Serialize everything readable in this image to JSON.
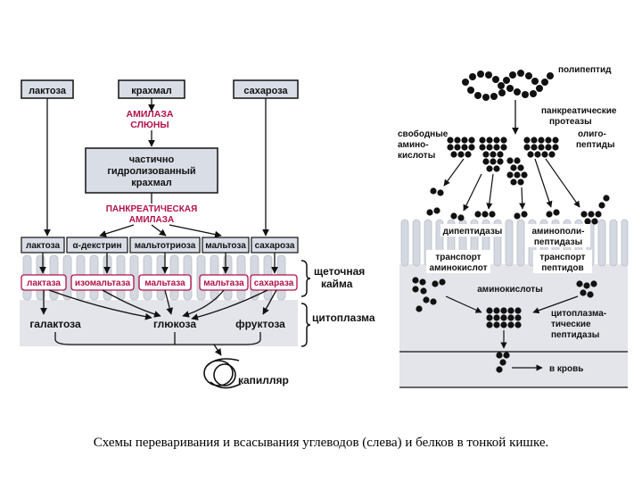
{
  "carbs": {
    "top_boxes": [
      "лактоза",
      "крахмал",
      "сахароза"
    ],
    "amylase_saliva": [
      "АМИЛАЗА",
      "СЛЮНЫ"
    ],
    "partial": [
      "частично",
      "гидролизованный",
      "крахмал"
    ],
    "pancreatic_amylase": [
      "ПАНКРЕАТИЧЕСКАЯ",
      "АМИЛАЗА"
    ],
    "row_items": [
      "лактоза",
      "α-декстрин",
      "мальтотриоза",
      "мальтоза",
      "сахароза"
    ],
    "enzymes": [
      "лактаза",
      "изомальтаза",
      "мальтаза",
      "мальтаза",
      "сахараза"
    ],
    "brush_border": [
      "щеточная",
      "кайма"
    ],
    "cytoplasm": "цитоплазма",
    "sugars": [
      "галактоза",
      "глюкоза",
      "фруктоза"
    ],
    "capillary": "капилляр"
  },
  "proteins": {
    "polypeptide": "полипептид",
    "pancreatic_proteases": [
      "панкреатические",
      "протеазы"
    ],
    "free_amino": [
      "свободные",
      "амино-",
      "кислоты"
    ],
    "oligopeptides": [
      "олиго-",
      "пептиды"
    ],
    "dipeptidases": "дипептидазы",
    "aminopolypeptidases": [
      "аминополи-",
      "пептидазы"
    ],
    "transport_amino": [
      "транспорт",
      "аминокислот"
    ],
    "transport_peptides": [
      "транспорт",
      "пептидов"
    ],
    "amino_acids": "аминокислоты",
    "cyto_peptidases": [
      "цитоплазма-",
      "тические",
      "пептидазы"
    ],
    "to_blood": "в кровь"
  },
  "caption": "Схемы переваривания и всасывания углеводов (слева) и белков в тонкой кишке.",
  "colors": {
    "enzyme_red": "#b0124a",
    "box_fill": "#d9dde6",
    "cytoplasm_fill": "#e3e5ea",
    "villi_fill": "#d4d8e0",
    "ink": "#111111"
  }
}
